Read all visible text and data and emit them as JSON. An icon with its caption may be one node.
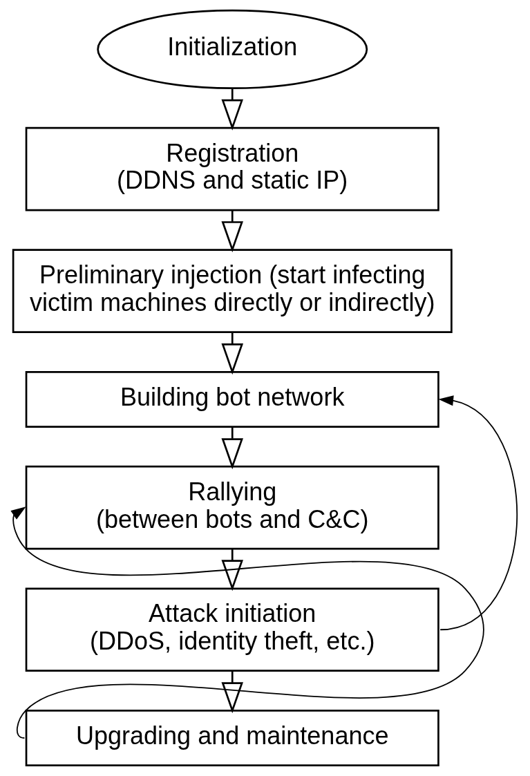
{
  "diagram": {
    "nodes": [
      {
        "text": [
          "Initialization"
        ]
      },
      {
        "text": [
          "Registration",
          "(DDNS and static IP)"
        ]
      },
      {
        "text": [
          "Preliminary injection (start infecting victim machines directly or indirectly)"
        ]
      },
      {
        "text": [
          "Building bot network"
        ]
      },
      {
        "text": [
          "Rallying",
          "(between bots and C&C)"
        ]
      },
      {
        "text": [
          "Attack initiation",
          "(DDoS, identity theft, etc.)"
        ]
      },
      {
        "text": [
          "Upgrading and maintenance"
        ]
      }
    ],
    "edges": [
      {
        "from": 0,
        "to": 1,
        "arrow": "to"
      },
      {
        "from": 1,
        "to": 2,
        "arrow": "to"
      },
      {
        "from": 2,
        "to": 3,
        "arrow": "to"
      },
      {
        "from": 3,
        "to": 4,
        "arrow": "to"
      },
      {
        "from": 4,
        "to": 5,
        "arrow": "to"
      },
      {
        "from": 5,
        "to": 6,
        "arrow": "to"
      },
      {
        "from": 6,
        "to": 4,
        "arrow": "to"
      },
      {
        "from": 5,
        "to": 3,
        "arrow": "to"
      }
    ]
  }
}
